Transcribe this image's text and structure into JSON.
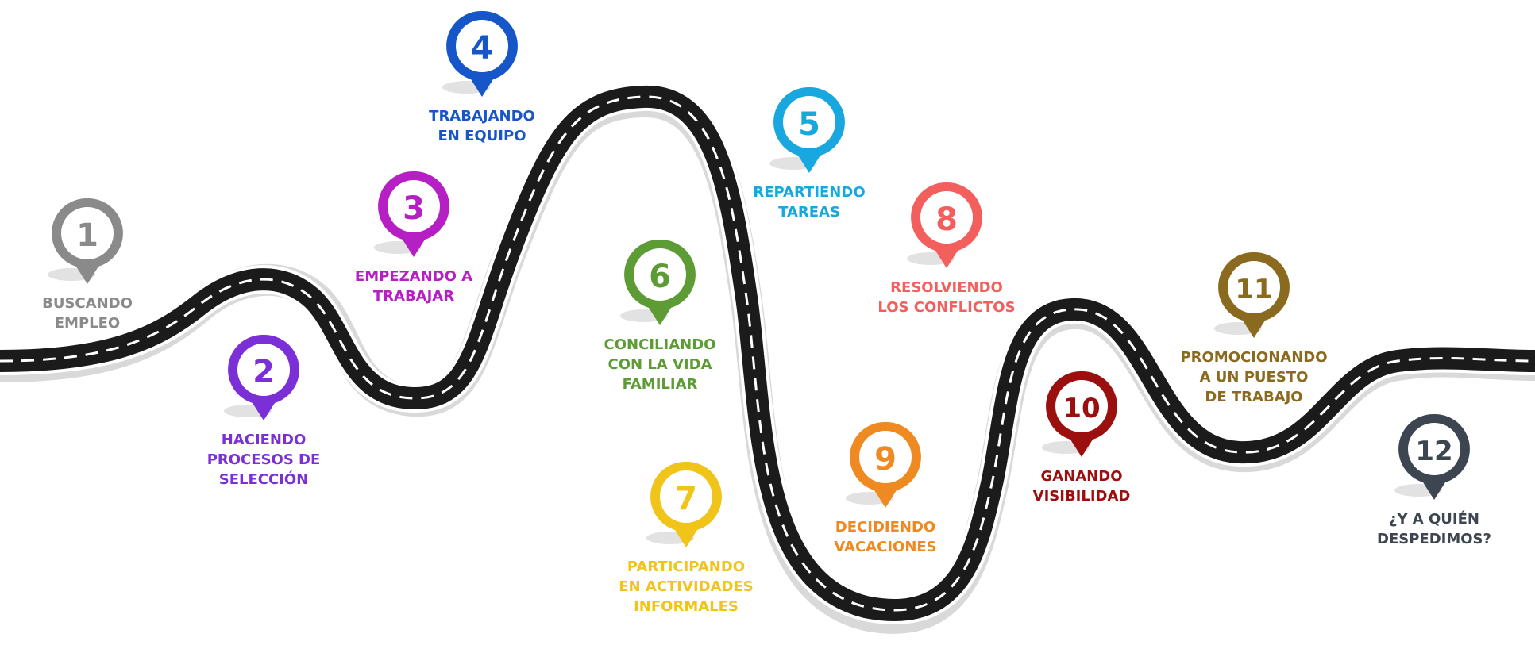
{
  "colors": {
    "road": "#1b1b1b",
    "road_edge": "#ffffff",
    "dash": "#ffffff",
    "shadow": "#d9d9d9"
  },
  "stops": [
    {
      "number": "1",
      "line1": "BUSCANDO",
      "line2": "EMPLEO",
      "line3": "",
      "color": "#8a8a8a",
      "icon": "map-pin-icon"
    },
    {
      "number": "2",
      "line1": "HACIENDO",
      "line2": "PROCESOS DE",
      "line3": "SELECCIÓN",
      "color": "#7b2fd6",
      "icon": "map-pin-icon"
    },
    {
      "number": "3",
      "line1": "EMPEZANDO A",
      "line2": "TRABAJAR",
      "line3": "",
      "color": "#b51fc3",
      "icon": "map-pin-icon"
    },
    {
      "number": "4",
      "line1": "TRABAJANDO",
      "line2": "EN EQUIPO",
      "line3": "",
      "color": "#1656c9",
      "icon": "map-pin-icon"
    },
    {
      "number": "5",
      "line1": "REPARTIENDO",
      "line2": "TAREAS",
      "line3": "",
      "color": "#18a7de",
      "icon": "map-pin-icon"
    },
    {
      "number": "6",
      "line1": "CONCILIANDO",
      "line2": "CON LA VIDA",
      "line3": "FAMILIAR",
      "color": "#5d9c35",
      "icon": "map-pin-icon"
    },
    {
      "number": "7",
      "line1": "PARTICIPANDO",
      "line2": "EN ACTIVIDADES",
      "line3": "INFORMALES",
      "color": "#f0c419",
      "icon": "map-pin-icon"
    },
    {
      "number": "8",
      "line1": "RESOLVIENDO",
      "line2": "LOS CONFLICTOS",
      "line3": "",
      "color": "#f25f5c",
      "icon": "map-pin-icon"
    },
    {
      "number": "9",
      "line1": "DECIDIENDO",
      "line2": "VACACIONES",
      "line3": "",
      "color": "#ee8a21",
      "icon": "map-pin-icon"
    },
    {
      "number": "10",
      "line1": "GANANDO",
      "line2": "VISIBILIDAD",
      "line3": "",
      "color": "#9b0f0f",
      "icon": "map-pin-icon"
    },
    {
      "number": "11",
      "line1": "PROMOCIONANDO",
      "line2": "A UN PUESTO",
      "line3": "DE TRABAJO",
      "color": "#8a6a1e",
      "icon": "map-pin-icon"
    },
    {
      "number": "12",
      "line1": "¿Y A QUIÉN",
      "line2": "DESPEDIMOS?",
      "line3": "",
      "color": "#3d4650",
      "icon": "map-pin-icon"
    }
  ]
}
